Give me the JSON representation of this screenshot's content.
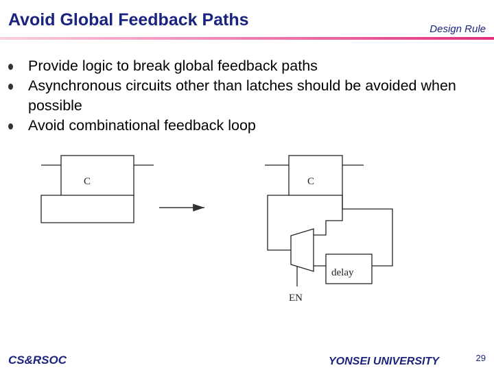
{
  "slide": {
    "title": "Avoid Global Feedback Paths",
    "tag": "Design Rule",
    "bullets": [
      "Provide logic to break global feedback paths",
      "Asynchronous circuits other than latches should be avoided when possible",
      "Avoid combinational feedback loop"
    ]
  },
  "diagram": {
    "left_block_label": "C",
    "right_block_label": "C",
    "delay_label": "delay",
    "enable_label": "EN"
  },
  "footer": {
    "left": "CS&RSOC",
    "right": "YONSEI UNIVERSITY",
    "page": "29"
  },
  "colors": {
    "heading": "#1a237e",
    "rule": "#e0307a"
  }
}
